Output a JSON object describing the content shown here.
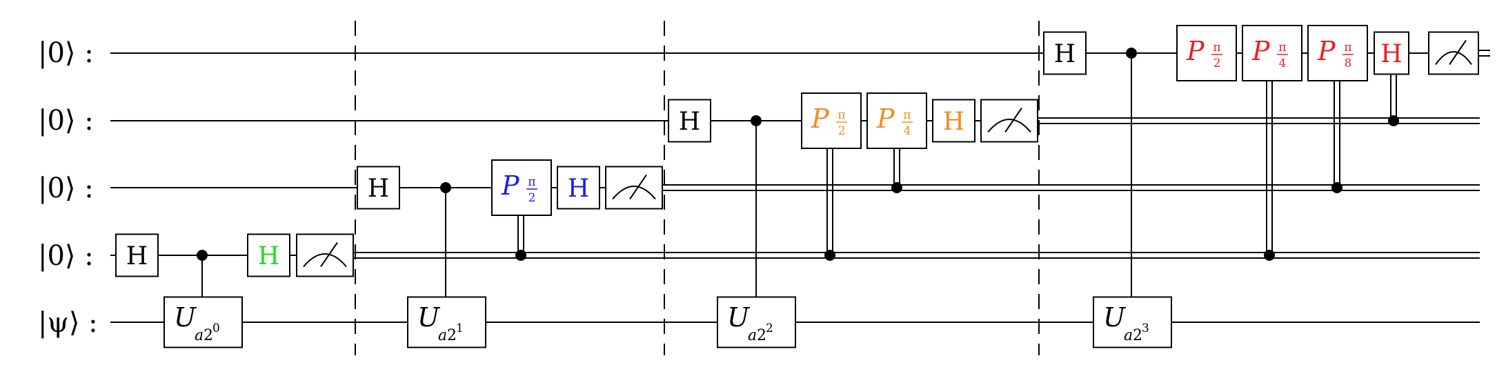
{
  "qubits": [
    {
      "label": "|0⟩ :"
    },
    {
      "label": "|0⟩ :"
    },
    {
      "label": "|0⟩ :"
    },
    {
      "label": "|0⟩ :"
    },
    {
      "label": "|ψ⟩ :"
    }
  ],
  "colors": {
    "black": "#000000",
    "green": "#22dd22",
    "blue": "#1a1aee",
    "orange": "#f08c1e",
    "red": "#ee1c24"
  },
  "gates": [
    {
      "kind": "H",
      "text": "H",
      "qubit": 3,
      "color": "black"
    },
    {
      "kind": "U",
      "base": "U",
      "sub": "a",
      "exp": "2",
      "sup": "0",
      "qubit": 4
    },
    {
      "kind": "H",
      "text": "H",
      "qubit": 3,
      "color": "green"
    },
    {
      "kind": "measure",
      "qubit": 3
    },
    {
      "kind": "H",
      "text": "H",
      "qubit": 2,
      "color": "black"
    },
    {
      "kind": "U",
      "base": "U",
      "sub": "a",
      "exp": "2",
      "sup": "1",
      "qubit": 4
    },
    {
      "kind": "P",
      "base": "P",
      "num": "π",
      "den": "2",
      "qubit": 2,
      "color": "blue"
    },
    {
      "kind": "H",
      "text": "H",
      "qubit": 2,
      "color": "blue"
    },
    {
      "kind": "measure",
      "qubit": 2
    },
    {
      "kind": "H",
      "text": "H",
      "qubit": 1,
      "color": "black"
    },
    {
      "kind": "U",
      "base": "U",
      "sub": "a",
      "exp": "2",
      "sup": "2",
      "qubit": 4
    },
    {
      "kind": "P",
      "base": "P",
      "num": "π",
      "den": "2",
      "qubit": 1,
      "color": "orange"
    },
    {
      "kind": "P",
      "base": "P",
      "num": "π",
      "den": "4",
      "qubit": 1,
      "color": "orange"
    },
    {
      "kind": "H",
      "text": "H",
      "qubit": 1,
      "color": "orange"
    },
    {
      "kind": "measure",
      "qubit": 1
    },
    {
      "kind": "H",
      "text": "H",
      "qubit": 0,
      "color": "black"
    },
    {
      "kind": "U",
      "base": "U",
      "sub": "a",
      "exp": "2",
      "sup": "3",
      "qubit": 4
    },
    {
      "kind": "P",
      "base": "P",
      "num": "π",
      "den": "2",
      "qubit": 0,
      "color": "red"
    },
    {
      "kind": "P",
      "base": "P",
      "num": "π",
      "den": "4",
      "qubit": 0,
      "color": "red"
    },
    {
      "kind": "P",
      "base": "P",
      "num": "π",
      "den": "8",
      "qubit": 0,
      "color": "red"
    },
    {
      "kind": "H",
      "text": "H",
      "qubit": 0,
      "color": "red"
    },
    {
      "kind": "measure",
      "qubit": 0
    }
  ],
  "controls": [
    {
      "type": "quantum",
      "control": 3,
      "target": 4
    },
    {
      "type": "quantum",
      "control": 2,
      "target": 4
    },
    {
      "type": "classical",
      "control": 3,
      "target": 2
    },
    {
      "type": "quantum",
      "control": 1,
      "target": 4
    },
    {
      "type": "classical",
      "control": 3,
      "target": 1
    },
    {
      "type": "classical",
      "control": 2,
      "target": 1
    },
    {
      "type": "quantum",
      "control": 0,
      "target": 4
    },
    {
      "type": "classical",
      "control": 3,
      "target": 0
    },
    {
      "type": "classical",
      "control": 2,
      "target": 0
    },
    {
      "type": "classical",
      "control": 1,
      "target": 0
    }
  ],
  "barriers": 3
}
